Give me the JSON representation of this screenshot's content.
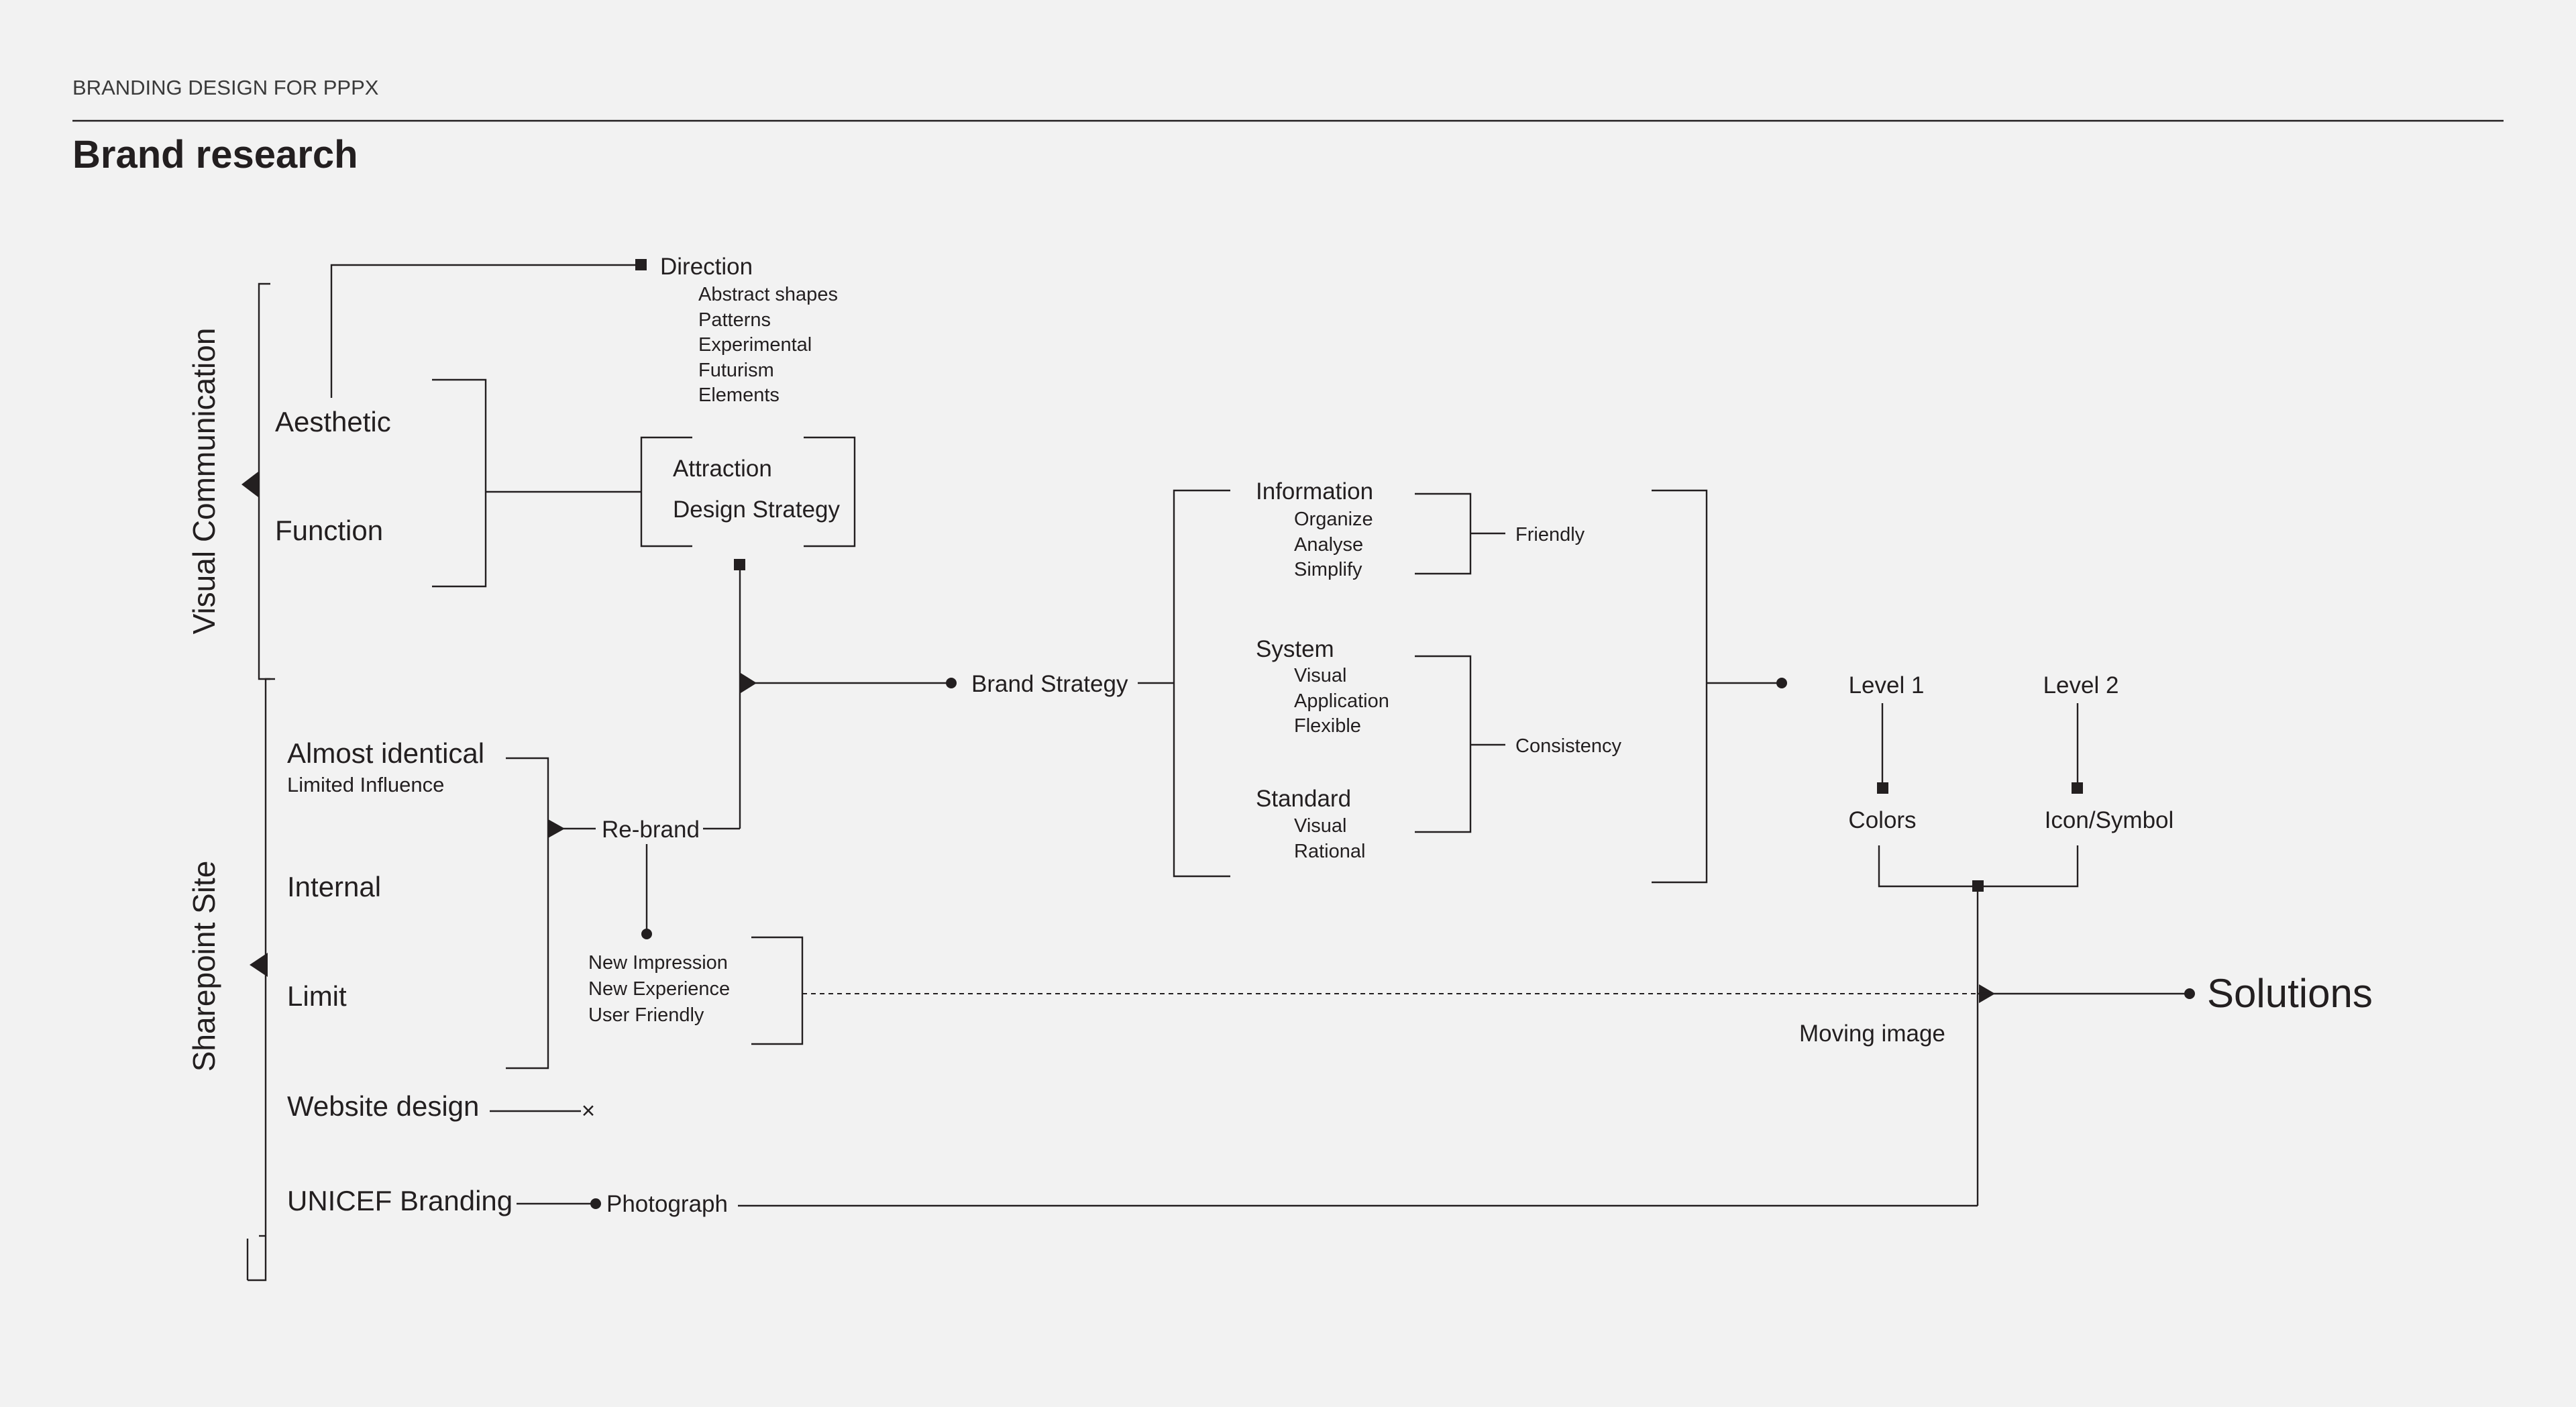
{
  "header": {
    "subtitle": "BRANDING DESIGN FOR PPPX",
    "title": "Brand research"
  },
  "diagram": {
    "groups": {
      "visual_communication": "Visual Communication",
      "sharepoint_site": "Sharepoint Site"
    },
    "direction": {
      "label": "Direction",
      "items": [
        "Abstract shapes",
        "Patterns",
        "Experimental",
        "Futurism",
        "Elements"
      ]
    },
    "visual_items": {
      "aesthetic": "Aesthetic",
      "function": "Function"
    },
    "attraction_box": {
      "line1": "Attraction",
      "line2": "Design Strategy"
    },
    "sharepoint_items": {
      "almost_identical": "Almost identical",
      "limited_influence": "Limited Influence",
      "internal": "Internal",
      "limit": "Limit",
      "website_design": "Website design",
      "unicef_branding": "UNICEF Branding"
    },
    "rebrand": "Re-brand",
    "impressions": [
      "New Impression",
      "New Experience",
      "User Friendly"
    ],
    "photograph": "Photograph",
    "brand_strategy": "Brand Strategy",
    "information": {
      "label": "Information",
      "items": [
        "Organize",
        "Analyse",
        "Simplify"
      ]
    },
    "system": {
      "label": "System",
      "items": [
        "Visual",
        "Application",
        "Flexible"
      ]
    },
    "standard": {
      "label": "Standard",
      "items": [
        "Visual",
        "Rational"
      ]
    },
    "friendly": "Friendly",
    "consistency": "Consistency",
    "level1": "Level 1",
    "level2": "Level 2",
    "colors": "Colors",
    "icon_symbol": "Icon/Symbol",
    "moving_image": "Moving image",
    "solutions": "Solutions",
    "rejected_marker": "×"
  }
}
